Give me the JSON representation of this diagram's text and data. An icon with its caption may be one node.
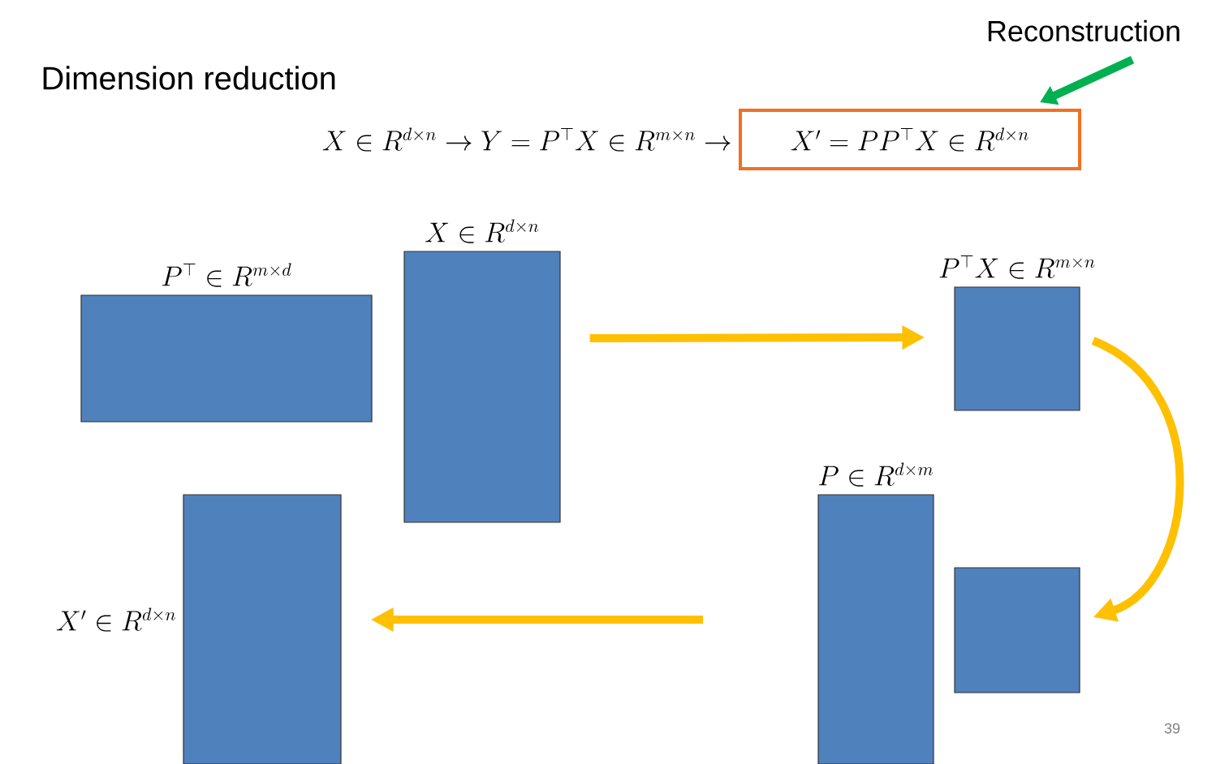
{
  "diagram": {
    "title": "Dimension reduction",
    "nodes": [
      {
        "text": [
          "P^\\top \\in R^{m\\times d}"
        ]
      },
      {
        "text": [
          "X \\in R^{d\\times n}"
        ]
      },
      {
        "text": [
          "P^\\top X \\in R^{m\\times n}"
        ]
      },
      {
        "text": [],
        "shape": "box"
      },
      {
        "text": [
          "P \\in R^{d\\times m}"
        ]
      },
      {
        "text": [
          "X' \\in R^{d\\times n}"
        ]
      },
      {
        "text": [
          "X' = PP^\\top X \\in R^{d\\times n}"
        ]
      },
      {
        "text": [
          "Reconstruction"
        ]
      }
    ],
    "edges": [
      {
        "from": 1,
        "to": 2,
        "arrow": "to"
      },
      {
        "from": 2,
        "to": 3,
        "arrow": "to"
      },
      {
        "from": null,
        "to": 5,
        "arrow": "to"
      },
      {
        "from": 7,
        "to": 6,
        "arrow": "to",
        "color": "#00b050"
      }
    ],
    "labels": [
      "X \\in R^{d\\times n} \\to Y = P^\\top X \\in R^{m\\times n} \\to",
      "39"
    ]
  }
}
